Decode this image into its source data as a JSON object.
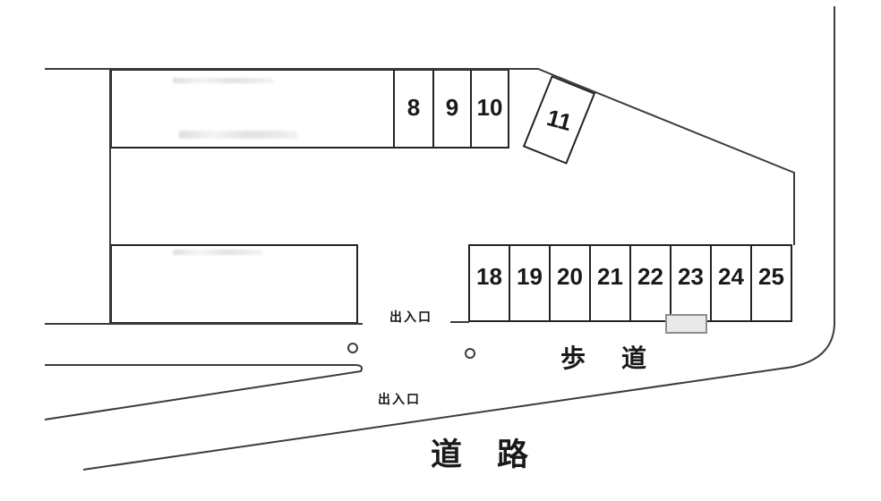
{
  "diagram": {
    "type": "parking-lot-layout",
    "stalls": {
      "row_top": [
        "8",
        "9",
        "10"
      ],
      "rotated": "11",
      "row_bottom": [
        "18",
        "19",
        "20",
        "21",
        "22",
        "23",
        "24",
        "25"
      ],
      "marker_under_stall": "23"
    },
    "labels": {
      "entrance_upper": "出入口",
      "entrance_lower": "出入口",
      "sidewalk": "歩　道",
      "road": "道　路"
    },
    "colors": {
      "line": "#3b3b3b",
      "stall_border": "#232323",
      "text": "#191919",
      "marker_fill": "#e9e9e9",
      "marker_border": "#8d8d8d",
      "background": "#ffffff"
    }
  }
}
